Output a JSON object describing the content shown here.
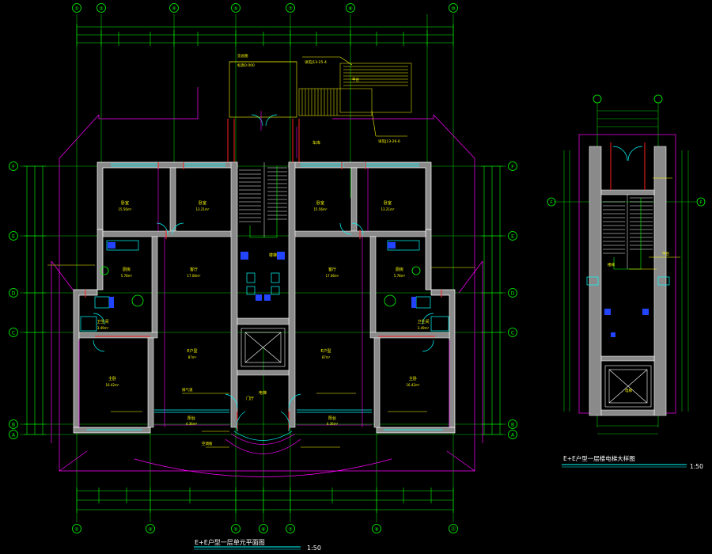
{
  "colors": {
    "background": "#000000",
    "grid_axis": "#00ff00",
    "dimension": "#00ff00",
    "wall": "#ffffff",
    "wall_hatch": "#bfbfbf",
    "partition_red": "#ff2020",
    "room_label": "#ffff00",
    "magenta": "#ff00ff",
    "cyan": "#00ffff",
    "annotation": "#ffff00",
    "title": "#ffffff"
  },
  "main_plan": {
    "title": "E+E户型一层单元平面图",
    "scale": "1:50",
    "top_axes": [
      "①",
      "②",
      "④",
      "⑤",
      "⑦",
      "⑧",
      "⑩"
    ],
    "bottom_axes": [
      "①",
      "③",
      "⑤",
      "⑥",
      "⑦",
      "⑨",
      "⑪"
    ],
    "row_axes": [
      "F",
      "E",
      "D",
      "C",
      "B",
      "A"
    ],
    "rooms_left": [
      {
        "name": "卧室",
        "area": "15.56m²"
      },
      {
        "name": "卧室",
        "area": "13.21m²"
      },
      {
        "name": "厨房",
        "area": "5.78m²"
      },
      {
        "name": "客厅",
        "area": "17.06m²"
      },
      {
        "name": "卫生间",
        "area": "3.49m²"
      },
      {
        "name": "主卧",
        "area": "16.42m²"
      },
      {
        "name": "阳台",
        "area": "4.36m²"
      },
      {
        "name": "E户型",
        "area": "87m²"
      }
    ],
    "rooms_right": [
      {
        "name": "卧室",
        "area": "15.56m²"
      },
      {
        "name": "卧室",
        "area": "13.21m²"
      },
      {
        "name": "厨房",
        "area": "5.78m²"
      },
      {
        "name": "客厅",
        "area": "17.06m²"
      },
      {
        "name": "卫生间",
        "area": "3.49m²"
      },
      {
        "name": "主卧",
        "area": "16.42m²"
      },
      {
        "name": "阳台",
        "area": "4.36m²"
      },
      {
        "name": "E户型",
        "area": "87m²"
      }
    ],
    "core": {
      "stair": "楼梯",
      "elevator": "电梯",
      "hall": "门厅",
      "room": "车库"
    },
    "notes": [
      "见总图",
      "平台",
      "标高0.000",
      "详见J13-25-4",
      "详见J13-26-6",
      "排气道",
      "空调板"
    ]
  },
  "detail_plan": {
    "title": "E+E户型一层楼电梯大样图",
    "scale": "1:50",
    "row_axes": [
      "F",
      "F"
    ],
    "notes": [
      "平台",
      "电梯",
      "楼梯"
    ]
  }
}
